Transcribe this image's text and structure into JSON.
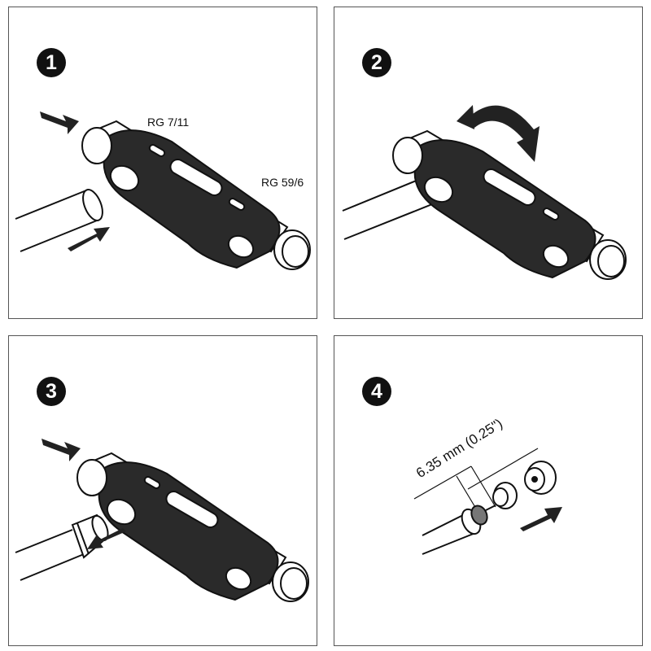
{
  "steps": [
    {
      "number": "1",
      "labels": {
        "top": "RG 7/11",
        "bottom": "RG 59/6"
      }
    },
    {
      "number": "2"
    },
    {
      "number": "3"
    },
    {
      "number": "4",
      "measurement": "6.35 mm (0.25\")"
    }
  ],
  "colors": {
    "line": "#111111",
    "arrow": "#222222",
    "background": "#ffffff"
  }
}
